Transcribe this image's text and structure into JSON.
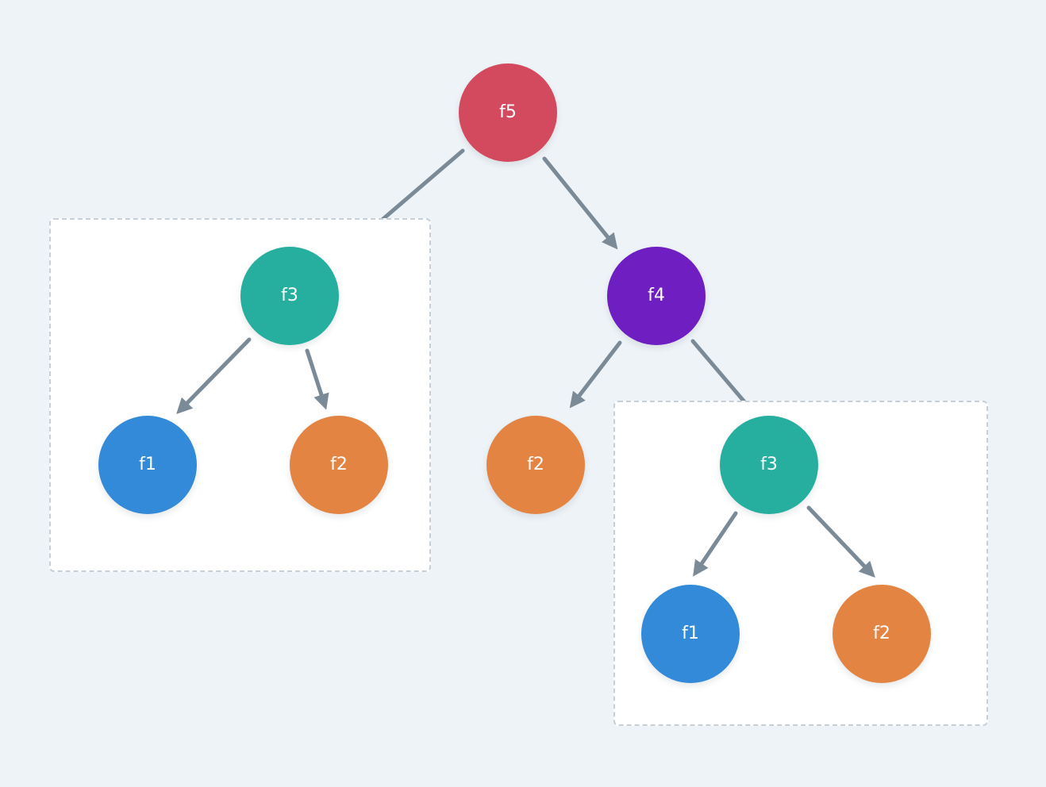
{
  "colors": {
    "background": "#eef3f7",
    "edge": "#7b8a97",
    "box_border": "#c5d0da",
    "f1": "#338ad8",
    "f2": "#e38443",
    "f3": "#26af9f",
    "f4": "#6f1ec1",
    "f5": "#d34a5f"
  },
  "nodes": [
    {
      "id": "f5",
      "label": "f5",
      "color": "#d34a5f"
    },
    {
      "id": "f3a",
      "label": "f3",
      "color": "#26af9f"
    },
    {
      "id": "f4",
      "label": "f4",
      "color": "#6f1ec1"
    },
    {
      "id": "f1a",
      "label": "f1",
      "color": "#338ad8"
    },
    {
      "id": "f2a",
      "label": "f2",
      "color": "#e38443"
    },
    {
      "id": "f2b",
      "label": "f2",
      "color": "#e38443"
    },
    {
      "id": "f3b",
      "label": "f3",
      "color": "#26af9f"
    },
    {
      "id": "f1b",
      "label": "f1",
      "color": "#338ad8"
    },
    {
      "id": "f2c",
      "label": "f2",
      "color": "#e38443"
    }
  ],
  "edges": [
    {
      "from": "f5",
      "to": "f3a"
    },
    {
      "from": "f5",
      "to": "f4"
    },
    {
      "from": "f3a",
      "to": "f1a"
    },
    {
      "from": "f3a",
      "to": "f2a"
    },
    {
      "from": "f4",
      "to": "f2b"
    },
    {
      "from": "f4",
      "to": "f3b"
    },
    {
      "from": "f3b",
      "to": "f1b"
    },
    {
      "from": "f3b",
      "to": "f2c"
    }
  ],
  "groups": [
    {
      "id": "left",
      "contains": [
        "f3a",
        "f1a",
        "f2a"
      ]
    },
    {
      "id": "right",
      "contains": [
        "f3b",
        "f1b",
        "f2c"
      ]
    }
  ]
}
